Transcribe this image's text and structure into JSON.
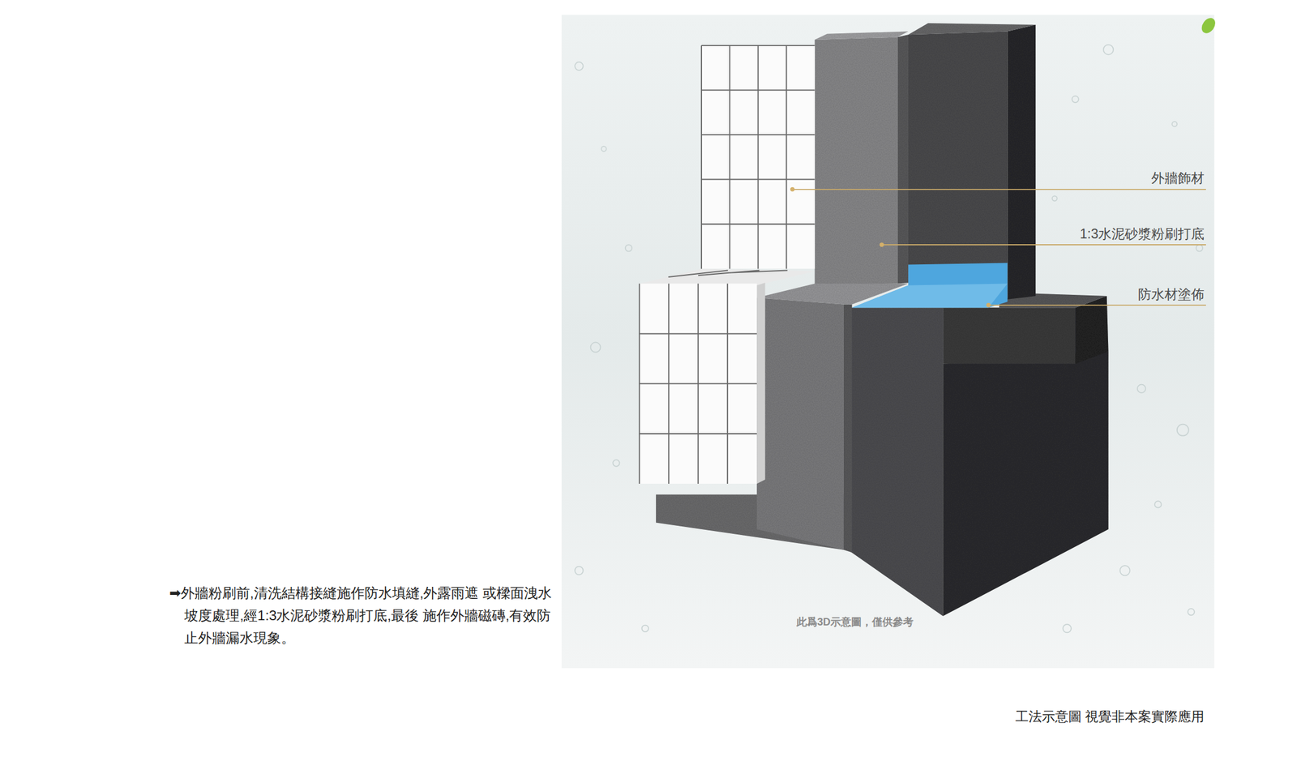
{
  "diagram": {
    "caption": "工法示意圖 視覺非本案實際應用",
    "labels": [
      "➡外牆粉刷前,清洗結構接縫施作防水填縫,外露雨遮 或樑面洩水坡度處理,經1:3水泥砂漿粉刷打底,最後 施作外牆磁磚,有效防止外牆漏水現象。",
      "外牆飾材",
      "1:3水泥砂漿粉刷打底",
      "防水材塗佈",
      "此爲3D示意圖，僅供參考"
    ]
  }
}
